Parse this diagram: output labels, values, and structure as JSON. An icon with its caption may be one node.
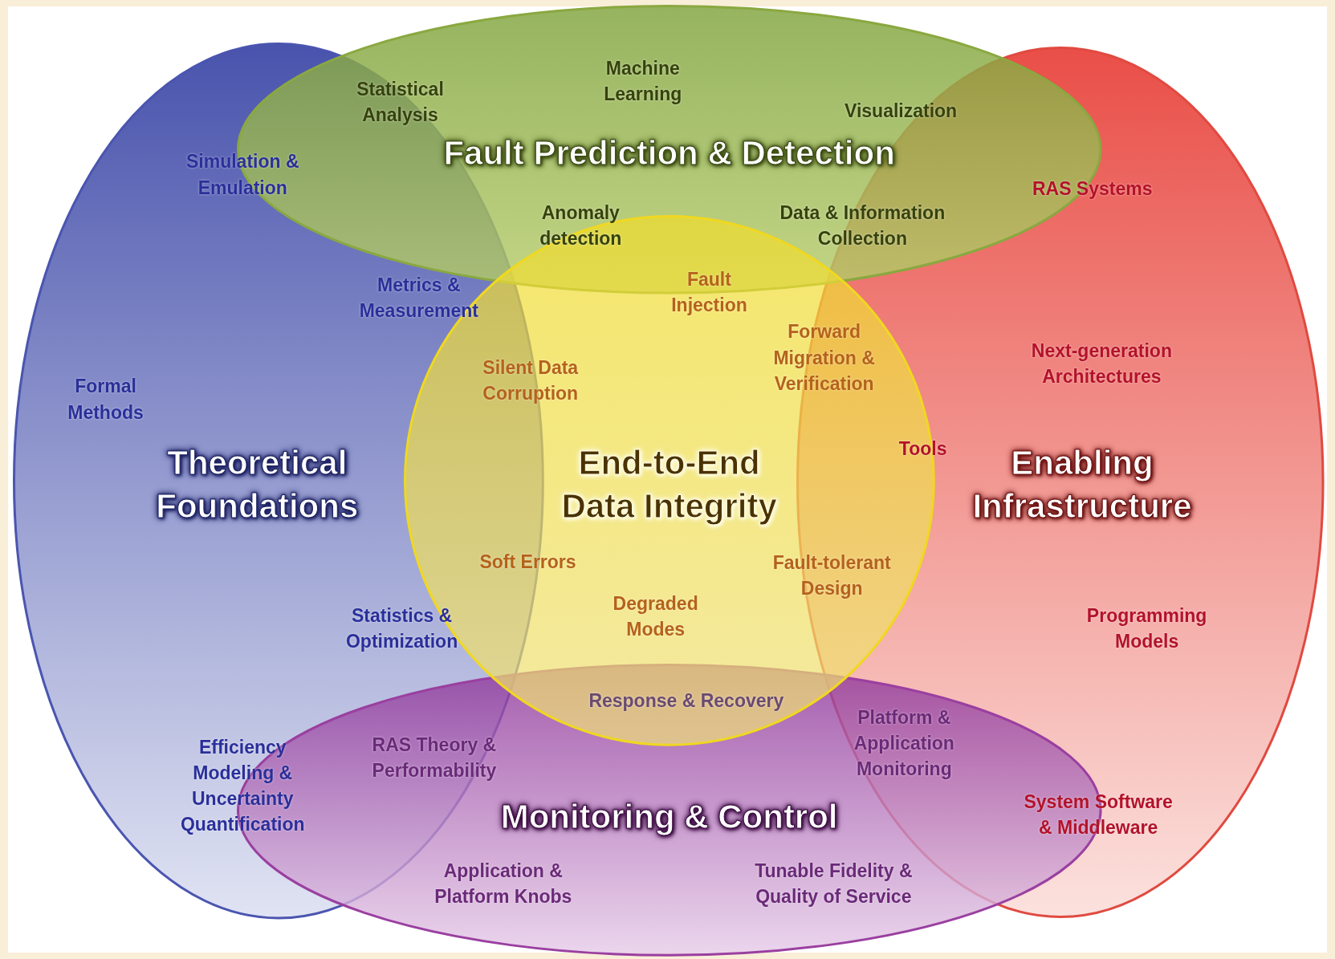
{
  "diagram": {
    "nodes": [
      {
        "text": [
          "Fault Prediction & Detection"
        ]
      },
      {
        "text": [
          "Theoretical Foundations"
        ]
      },
      {
        "text": [
          "End-to-End Data Integrity"
        ]
      },
      {
        "text": [
          "Enabling Infrastructure"
        ]
      },
      {
        "text": [
          "Monitoring & Control"
        ]
      }
    ],
    "labels": [
      "Machine Learning",
      "Statistical Analysis",
      "Visualization",
      "Simulation & Emulation",
      "RAS Systems",
      "Anomaly detection",
      "Data & Information Collection",
      "Fault Injection",
      "Metrics & Measurement",
      "Forward Migration & Verification",
      "Next-generation Architectures",
      "Silent Data Corruption",
      "Formal Methods",
      "Tools",
      "Soft Errors",
      "Fault-tolerant Design",
      "Degraded Modes",
      "Statistics & Optimization",
      "Programming Models",
      "Response & Recovery",
      "Platform & Application Monitoring",
      "RAS Theory & Performability",
      "Efficiency Modeling & Uncertainty Quantification",
      "System Software & Middleware",
      "Application & Platform Knobs",
      "Tunable Fidelity & Quality of Service"
    ]
  }
}
